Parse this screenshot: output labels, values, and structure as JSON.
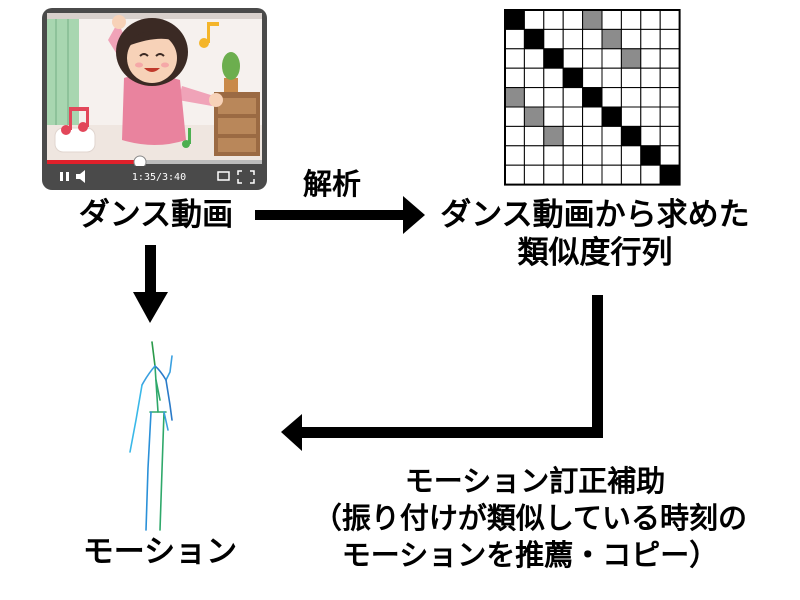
{
  "video": {
    "label": "ダンス動画",
    "player_time": "1:35/3:40",
    "accent_color": "#e0202a"
  },
  "edge_analysis": {
    "label": "解析"
  },
  "matrix": {
    "label_line1": "ダンス動画から求めた",
    "label_line2": "類似度行列",
    "size": 9,
    "dark_cells": [
      [
        0,
        0
      ],
      [
        1,
        1
      ],
      [
        2,
        2
      ],
      [
        3,
        3
      ],
      [
        4,
        4
      ],
      [
        5,
        5
      ],
      [
        6,
        6
      ],
      [
        7,
        7
      ],
      [
        8,
        8
      ]
    ],
    "gray_cells": [
      [
        0,
        4
      ],
      [
        1,
        5
      ],
      [
        2,
        6
      ],
      [
        4,
        0
      ],
      [
        5,
        1
      ],
      [
        6,
        2
      ]
    ]
  },
  "motion": {
    "label": "モーション"
  },
  "assist": {
    "line1": "モーション訂正補助",
    "line2": "（振り付けが類似している時刻の",
    "line3": "モーションを推薦・コピー）"
  }
}
